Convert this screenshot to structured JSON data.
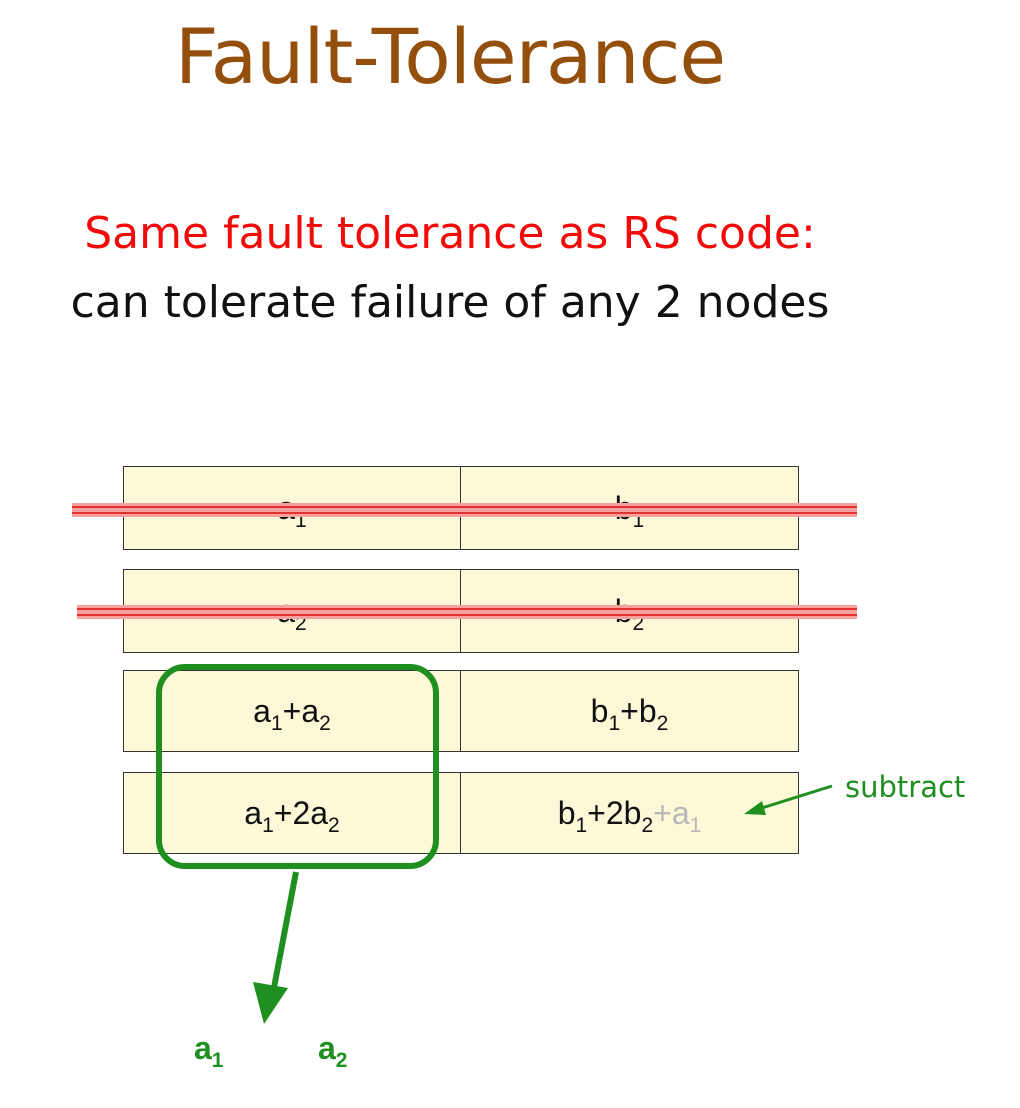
{
  "title": "Fault-Tolerance",
  "subtitle_red": "Same fault tolerance as RS code:",
  "subtitle_black": "can tolerate failure of any 2 nodes",
  "nodes": [
    {
      "left": {
        "base": "a",
        "sub": "1"
      },
      "right": {
        "base": "b",
        "sub": "1"
      },
      "failed": true
    },
    {
      "left": {
        "base": "a",
        "sub": "2"
      },
      "right": {
        "base": "b",
        "sub": "2"
      },
      "failed": true
    },
    {
      "left": {
        "t1": "a",
        "s1": "1",
        "t2": "+a",
        "s2": "2"
      },
      "right": {
        "t1": "b",
        "s1": "1",
        "t2": "+b",
        "s2": "2"
      },
      "failed": false
    },
    {
      "left": {
        "t1": "a",
        "s1": "1",
        "t2": "+2a",
        "s2": "2"
      },
      "right": {
        "t1": "b",
        "s1": "1",
        "t2": "+2b",
        "s2": "2",
        "ghost_t": "+a",
        "ghost_s": "1"
      },
      "failed": false
    }
  ],
  "annotation": "subtract",
  "decoded": [
    {
      "base": "a",
      "sub": "1"
    },
    {
      "base": "a",
      "sub": "2"
    }
  ],
  "colors": {
    "title": "#954f0c",
    "red_text": "#f20a0a",
    "cell_fill": "#fdf8d8",
    "strike": "#e23131",
    "green": "#1f8f1f",
    "ghost": "#b8b8b8"
  }
}
